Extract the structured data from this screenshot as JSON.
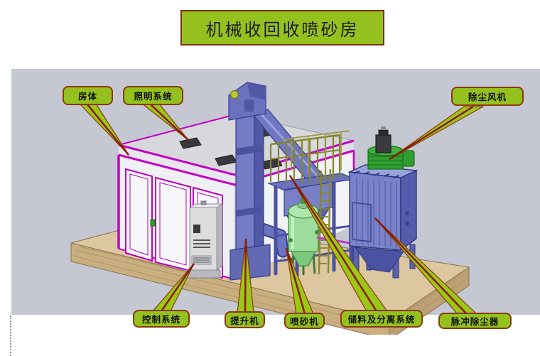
{
  "title": "机械收回收喷砂房",
  "labels": [
    {
      "id": "house-body",
      "text": "房体"
    },
    {
      "id": "lighting-system",
      "text": "照明系统"
    },
    {
      "id": "dust-removal-fan",
      "text": "除尘风机"
    },
    {
      "id": "control-system",
      "text": "控制系统"
    },
    {
      "id": "hoist",
      "text": "提升机"
    },
    {
      "id": "sandblast-machine",
      "text": "喷砂机"
    },
    {
      "id": "storage-separation-system",
      "text": "储料及分离系统"
    },
    {
      "id": "pulse-dust-collector",
      "text": "脉冲除尘器"
    }
  ],
  "colors": {
    "title_fill": "#95c11f",
    "title_border": "#7a2e0c",
    "label_fill": "#95c11f",
    "label_border": "#8b3a10",
    "arrow_wedge": "#9bc717",
    "arrow_line": "#8b1a00",
    "canvas_background": "#c5c8d2",
    "magenta_trim": "#c400c4",
    "machine_purple_light": "#7a82ca",
    "machine_purple_dark": "#4d55a0",
    "tank_green": "#9cdc9c",
    "fan_green": "#2f9e2f",
    "railing_olive": "#85852c",
    "platform_wood": "#dcc7a0"
  }
}
